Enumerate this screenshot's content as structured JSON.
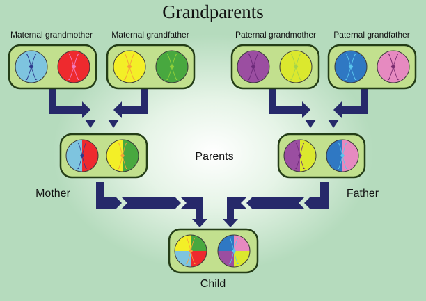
{
  "title": "Grandparents",
  "labels": {
    "maternal_grandmother": "Maternal grandmother",
    "maternal_grandfather": "Maternal grandfather",
    "paternal_grandmother": "Paternal grandmother",
    "paternal_grandfather": "Paternal grandfather",
    "parents": "Parents",
    "mother": "Mother",
    "father": "Father",
    "child": "Child"
  },
  "colors": {
    "lightblue": "#7ec4df",
    "red": "#ee2a2e",
    "yellow": "#f3ef27",
    "green": "#48a83f",
    "purple": "#9b4ea1",
    "lime": "#dbe82e",
    "blue": "#2f78c3",
    "pink": "#e68ac0",
    "chromosome_dark": "#2d3a8c",
    "chromosome_pink": "#f27cbf",
    "chromosome_orange": "#f6a23a",
    "chromosome_lime": "#8fcf3a",
    "chromosome_violet": "#6c2a7a",
    "chromosome_yellowgreen": "#a5d44c",
    "chromosome_cyan": "#5ac6ee",
    "chromosome_plum": "#7a2c70",
    "box_fill": "#c2e08e",
    "box_border": "#243d17",
    "arrow": "#26296a"
  }
}
